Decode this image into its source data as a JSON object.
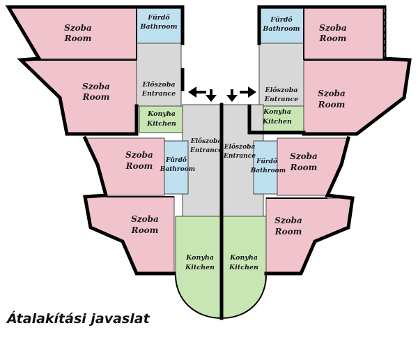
{
  "caption": "Átalakítási javaslat",
  "colors": {
    "room": "#f1c4cd",
    "kitchen": "#c8e6b4",
    "bathroom": "#bfe0f1",
    "entrance": "#d8d8d8",
    "wall": "#000000"
  },
  "labels": {
    "szoba": "Szoba",
    "room": "Room",
    "furdo": "Fürdő",
    "bathroom": "Bathroom",
    "eloszoba": "Előszoba",
    "entrance": "Entrance",
    "konyha": "Konyha",
    "kitchen": "Kitchen"
  },
  "arrow_icons": [
    "arrow-left-icon",
    "arrow-down-icon",
    "arrow-down-icon",
    "arrow-right-icon"
  ]
}
